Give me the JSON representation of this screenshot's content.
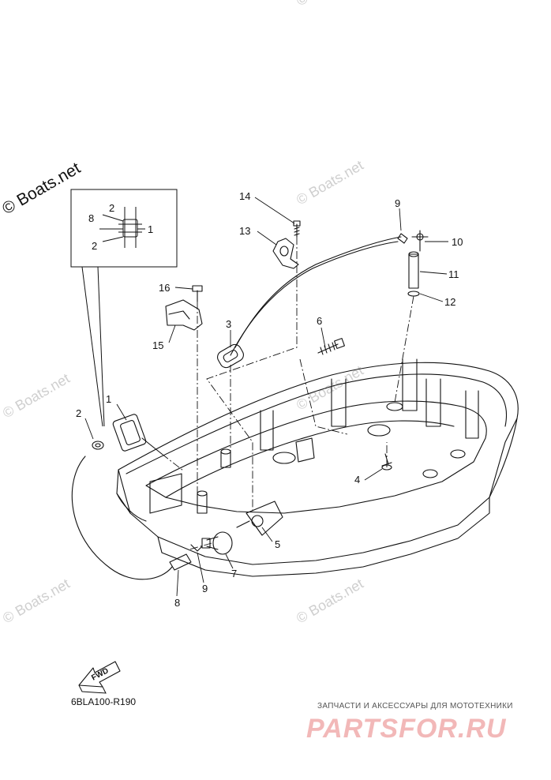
{
  "watermarks": {
    "main": "© Boats.net",
    "repeat": "© Boats.net"
  },
  "callouts": {
    "c1": "1",
    "c2": "2",
    "c3": "3",
    "c4": "4",
    "c5": "5",
    "c6": "6",
    "c7": "7",
    "c8": "8",
    "c9": "9",
    "c9b": "9",
    "c10": "10",
    "c11": "11",
    "c12": "12",
    "c13": "13",
    "c14": "14",
    "c15": "15",
    "c16": "16",
    "d1": "1",
    "d2a": "2",
    "d2b": "2",
    "d8": "8"
  },
  "fwd_label": "FWD",
  "part_code": "6BLA100-R190",
  "brand": {
    "tagline": "ЗАПЧАСТИ И АКСЕССУАРЫ ДЛЯ МОТОТЕХНИКИ",
    "logo": "PARTSFOR.RU"
  },
  "colors": {
    "line": "#111111",
    "watermark": "#cfcfcf",
    "brand": "#f2b8b8"
  }
}
